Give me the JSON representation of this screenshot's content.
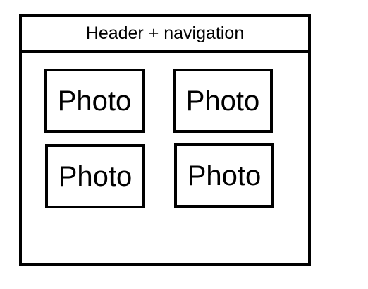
{
  "header": {
    "label": "Header + navigation"
  },
  "photos": [
    {
      "label": "Photo"
    },
    {
      "label": "Photo"
    },
    {
      "label": "Photo"
    },
    {
      "label": "Photo"
    }
  ]
}
